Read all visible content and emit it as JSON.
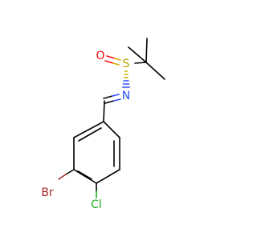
{
  "molecule": {
    "atoms": {
      "oxygen": {
        "label": "O",
        "color": "#ff0d0d"
      },
      "sulfur": {
        "label": "S",
        "color": "#b8a100"
      },
      "nitrogen": {
        "label": "N",
        "color": "#3050f8"
      },
      "bromine": {
        "label": "Br",
        "color": "#a62929"
      },
      "chlorine": {
        "label": "Cl",
        "color": "#1fb01f"
      }
    }
  }
}
